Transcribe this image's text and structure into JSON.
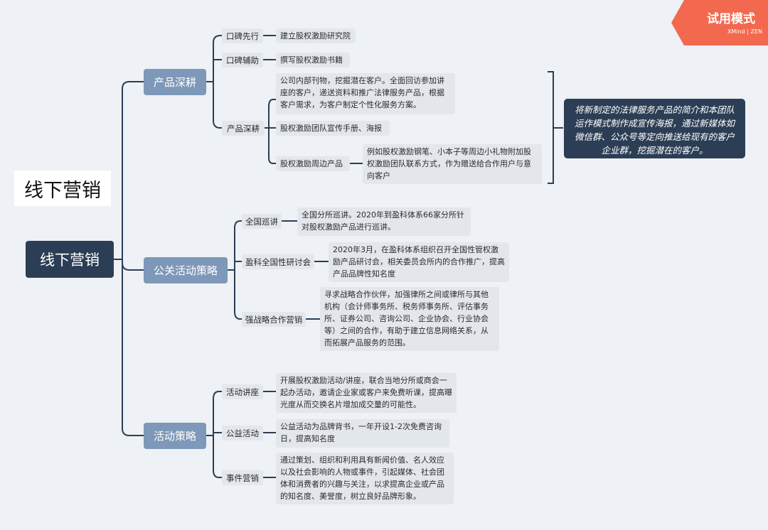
{
  "badge": {
    "label": "试用模式",
    "brand": "XMind | ZEN",
    "color": "#f2694f"
  },
  "free_title": "线下营销",
  "root": "线下营销",
  "branches": [
    {
      "label": "产品深耕",
      "children": [
        {
          "label": "口碑先行",
          "leaves": [
            "建立股权激励研究院"
          ]
        },
        {
          "label": "口碑辅助",
          "leaves": [
            "撰写股权激励书籍"
          ]
        },
        {
          "label": "产品深耕",
          "leaves": [
            "公司内部刊物，挖掘潜在客户。全面回访参加讲座的客户，递送资料和推广法律服务产品，根据客户需求，为客户制定个性化服务方案。",
            "股权激励团队宣传手册、海报",
            "股权激励周边产品"
          ]
        }
      ],
      "detail": "例如股权激励钢笔、小本子等周边小礼物附加股权激励团队联系方式，作为赠送给合作用户与意向客户",
      "callout": "将新制定的法律服务产品的简介和本团队运作模式制作成宣传海报，通过新媒体如微信群、公众号等定向推送给现有的客户企业群，挖掘潜在的客户。"
    },
    {
      "label": "公关活动策略",
      "children": [
        {
          "label": "全国巡讲",
          "leaves": [
            "全国分所巡讲。2020年到盈科体系66家分所针对股权激励产品进行巡讲。"
          ]
        },
        {
          "label": "盈科全国性研讨会",
          "leaves": [
            "2020年3月，在盈科体系组织召开全国性管权激励产品研讨会，相关委员会所内的合作推广，提高产品品牌性知名度"
          ]
        },
        {
          "label": "强战略合作营销",
          "leaves": [
            "寻求战略合作伙伴，加强律所之间或律所与其他机构（会计师事务所、税务师事务所、评估事务所、证券公司、咨询公司、企业协会、行业协会等）之间的合作，有助于建立信息网络关系，从而拓展产品服务的范围。"
          ]
        }
      ]
    },
    {
      "label": "活动策略",
      "children": [
        {
          "label": "活动讲座",
          "leaves": [
            "开展股权激励活动/讲座，联合当地分所或商会一起办活动，邀请企业家或客户来免费听课，提高曝光度从而交换名片增加成交量的可能性。"
          ]
        },
        {
          "label": "公益活动",
          "leaves": [
            "公益活动为品牌背书，一年开设1-2次免费咨询日，提高知名度"
          ]
        },
        {
          "label": "事件营销",
          "leaves": [
            "通过策划、组织和利用具有新闻价值、名人效应以及社会影响的人物或事件，引起媒体、社会团体和消费者的兴趣与关注，以求提高企业或产品的知名度、美誉度，树立良好品牌形象。"
          ]
        }
      ]
    }
  ]
}
